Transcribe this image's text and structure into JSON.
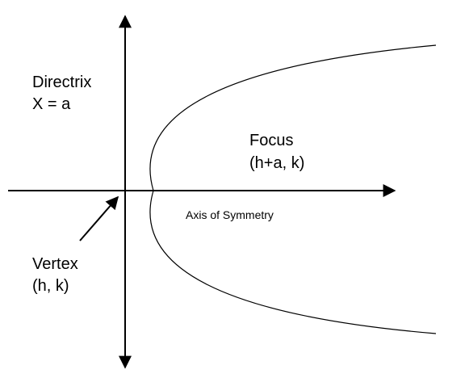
{
  "labels": {
    "directrix": "Directrix",
    "directrix_eq": "X = a",
    "focus": "Focus",
    "focus_coords": "(h+a, k)",
    "axis_of_symmetry": "Axis of Symmetry",
    "vertex": "Vertex",
    "vertex_coords": "(h, k)"
  },
  "colors": {
    "lines": "#000000",
    "background": "#ffffff"
  }
}
